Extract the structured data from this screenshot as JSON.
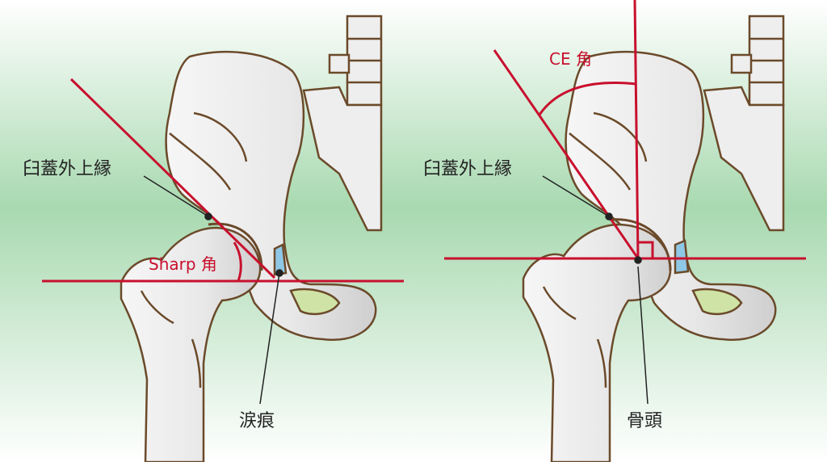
{
  "colors": {
    "background_top": "#ffffff",
    "background_mid": "#a8d9b0",
    "bone_fill": "#eeeeee",
    "bone_outline": "#6b4a2a",
    "line_red": "#c8102e",
    "tear_drop_blue": "#8fc7e6",
    "obturator_green": "#cfe3a6"
  },
  "left_diagram": {
    "label_acetabular_edge": "臼蓋外上縁",
    "label_sharp_angle": "Sharp 角",
    "label_teardrop": "涙痕"
  },
  "right_diagram": {
    "label_ce_angle": "CE 角",
    "label_acetabular_edge": "臼蓋外上縁",
    "label_femoral_head": "骨頭"
  }
}
